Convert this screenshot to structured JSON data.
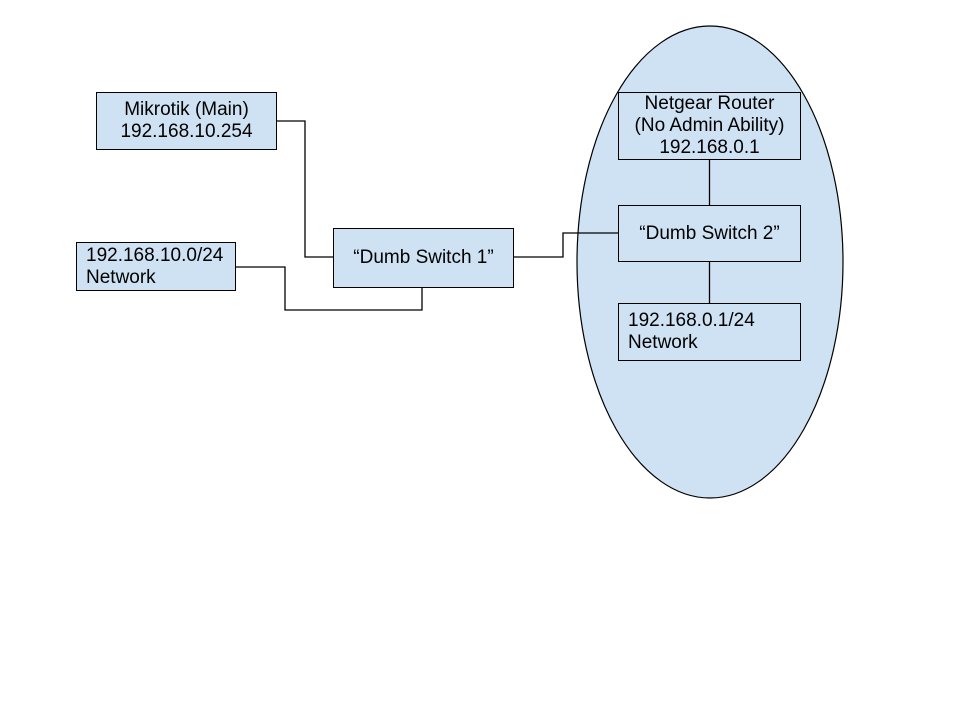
{
  "theme": {
    "node-fill": "#cfe2f3",
    "line-color": "#000000",
    "canvas-bg": "#ffffff",
    "text-color": "#000000"
  },
  "nodes": {
    "mikrotik": {
      "line1": "Mikrotik (Main)",
      "line2": "192.168.10.254"
    },
    "network_10_0_24": {
      "line1": "192.168.10.0/24",
      "line2": "Network"
    },
    "dumb_switch_1": {
      "label": "“Dumb Switch 1”"
    },
    "netgear_router": {
      "line1": "Netgear Router",
      "line2": "(No Admin Ability)",
      "line3": "192.168.0.1"
    },
    "dumb_switch_2": {
      "label": "“Dumb Switch 2”"
    },
    "network_0_1_24": {
      "line1": "192.168.0.1/24",
      "line2": "Network"
    }
  }
}
